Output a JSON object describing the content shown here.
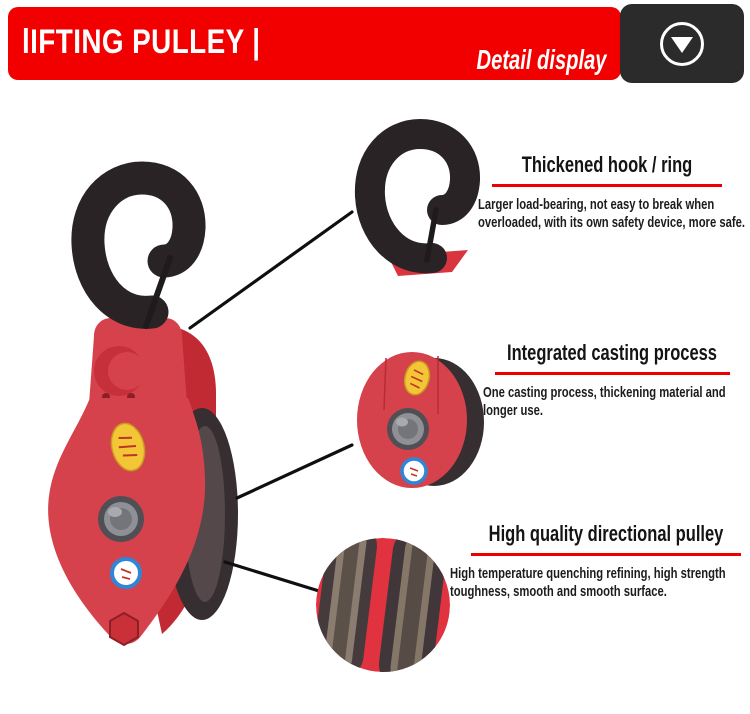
{
  "header": {
    "brand": "lIFTING PULLEY |",
    "section_label": "Detail display",
    "banner_color": "#f20000",
    "tab_color": "#2b2b2b",
    "arrow_icon": "circle-down-arrow"
  },
  "product": {
    "description": "Red lifting pulley block with black crane hook, yellow and blue stickers, steel hub and grooved sheave",
    "colors": {
      "body_red": "#d5424b",
      "shadow_red": "#c12a33",
      "hook_black": "#2a2326",
      "sheave_dark": "#362e31",
      "hub_gray": "#8f8f96",
      "sticker_yellow": "#f2c637",
      "sticker_blue": "#2f86d6",
      "underline_red": "#ee0000",
      "leader_line": "#0f0f0f"
    }
  },
  "callouts": [
    {
      "title": "Thickened hook / ring",
      "body": "Larger load-bearing, not easy to break when overloaded, with its own safety device, more safe.",
      "detail_image": "hook-closeup"
    },
    {
      "title": "Integrated casting process",
      "body": "One casting process, thickening material and longer use.",
      "detail_image": "casting-closeup"
    },
    {
      "title": "High quality directional pulley",
      "body": "High temperature quenching refining, high strength toughness, smooth and smooth surface.",
      "detail_image": "sheave-closeup"
    }
  ]
}
